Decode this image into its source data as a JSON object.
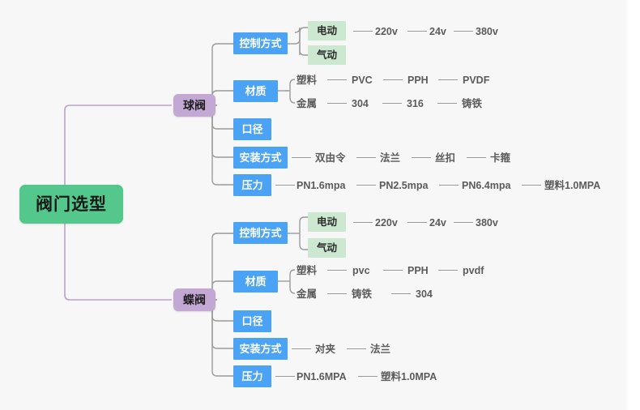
{
  "mindmap": {
    "root": {
      "label": "阀门选型",
      "color": "#54c78c"
    },
    "branch_color": "#c3a8d4",
    "topic_color": "#4ba3f5",
    "subnode_color": "#cde8d0",
    "background": "#f7f7f7",
    "branches": [
      {
        "label": "球阀",
        "topics": [
          {
            "label": "控制方式",
            "groups": [
              {
                "label": "电动",
                "boxed": true,
                "leaves": [
                  "220v",
                  "24v",
                  "380v"
                ]
              },
              {
                "label": "气动",
                "boxed": true,
                "leaves": []
              }
            ]
          },
          {
            "label": "材质",
            "groups": [
              {
                "label": "塑料",
                "boxed": false,
                "leaves": [
                  "PVC",
                  "PPH",
                  "PVDF"
                ]
              },
              {
                "label": "金属",
                "boxed": false,
                "leaves": [
                  "304",
                  "316",
                  "铸铁"
                ]
              }
            ]
          },
          {
            "label": "口径",
            "groups": []
          },
          {
            "label": "安装方式",
            "leaves": [
              "双由令",
              "法兰",
              "丝扣",
              "卡箍"
            ]
          },
          {
            "label": "压力",
            "leaves": [
              "PN1.6mpa",
              "PN2.5mpa",
              "PN6.4mpa",
              "塑料1.0MPA"
            ]
          }
        ]
      },
      {
        "label": "蝶阀",
        "topics": [
          {
            "label": "控制方式",
            "groups": [
              {
                "label": "电动",
                "boxed": true,
                "leaves": [
                  "220v",
                  "24v",
                  "380v"
                ]
              },
              {
                "label": "气动",
                "boxed": true,
                "leaves": []
              }
            ]
          },
          {
            "label": "材质",
            "groups": [
              {
                "label": "塑料",
                "boxed": false,
                "leaves": [
                  "pvc",
                  "PPH",
                  "pvdf"
                ]
              },
              {
                "label": "金属",
                "boxed": false,
                "leaves": [
                  "铸铁",
                  "304"
                ]
              }
            ]
          },
          {
            "label": "口径",
            "groups": []
          },
          {
            "label": "安装方式",
            "leaves": [
              "对夹",
              "法兰"
            ]
          },
          {
            "label": "压力",
            "leaves": [
              "PN1.6MPA",
              "塑料1.0MPA"
            ]
          }
        ]
      }
    ]
  }
}
